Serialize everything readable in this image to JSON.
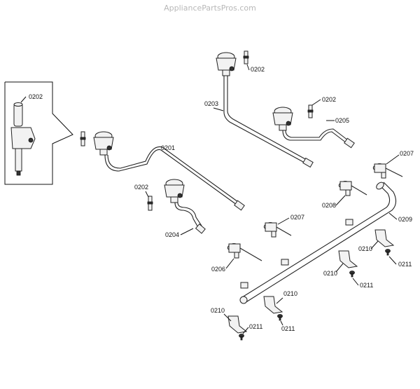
{
  "watermark": "AppliancePartsPros.com",
  "labels": {
    "detail_0202": "0202",
    "top_0202": "0202",
    "right_0202": "0202",
    "mid_0202": "0202",
    "l0201": "0201",
    "l0203": "0203",
    "l0204": "0204",
    "l0205": "0205",
    "l0206": "0206",
    "l0207_top": "0207",
    "l0207_mid": "0207",
    "l0208": "0208",
    "l0209": "0209",
    "l0210_a": "0210",
    "l0210_b": "0210",
    "l0210_c": "0210",
    "l0210_d": "0210",
    "l0211_a": "0211",
    "l0211_b": "0211",
    "l0211_c": "0211",
    "l0211_d": "0211"
  }
}
